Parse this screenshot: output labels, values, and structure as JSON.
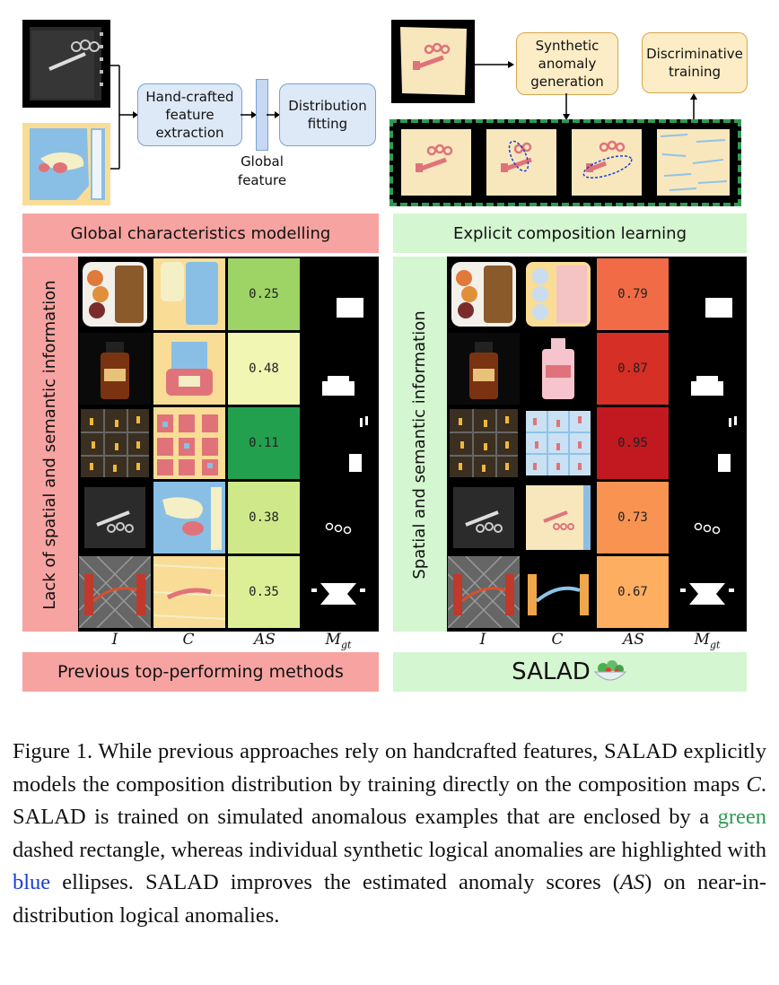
{
  "top_left": {
    "box_feature": [
      "Hand-crafted",
      "feature",
      "extraction"
    ],
    "box_fitting": [
      "Distribution",
      "fitting"
    ],
    "global_feature": [
      "Global",
      "feature"
    ]
  },
  "top_right": {
    "box_synthetic": [
      "Synthetic",
      "anomaly",
      "generation"
    ],
    "box_discriminative": [
      "Discriminative",
      "training"
    ]
  },
  "bands": {
    "left_top": "Global characteristics modelling",
    "right_top": "Explicit composition learning",
    "left_bottom": "Previous top-performing methods",
    "right_bottom": "SALAD"
  },
  "side_labels": {
    "left": "Lack of spatial and semantic information",
    "right": "Spatial and semantic information"
  },
  "columns": {
    "c1": "I",
    "c2": "C",
    "c3": "AS",
    "c4": "M",
    "c4_sub": "gt"
  },
  "left_scores": [
    "0.25",
    "0.48",
    "0.11",
    "0.38",
    "0.35"
  ],
  "right_scores": [
    "0.79",
    "0.87",
    "0.95",
    "0.73",
    "0.67"
  ],
  "colors": {
    "left_score_bg": [
      "#9ed466",
      "#f1f7b3",
      "#22a04e",
      "#cfe98a",
      "#dcef96"
    ],
    "right_score_bg": [
      "#f06b46",
      "#d62f26",
      "#c2181f",
      "#f99352",
      "#fdae61"
    ],
    "band_red": "#f7a3a1",
    "band_green": "#d4f6d0",
    "dash_green": "#2e9b52"
  },
  "caption": {
    "p1": "Figure 1. While previous approaches rely on handcrafted features, SALAD explicitly models the composition distribution by training directly on the composition maps ",
    "p1_var": "C",
    "p2": ". SALAD is trained on simulated anomalous examples that are enclosed by a ",
    "green_word": "green",
    "p3": " dashed rectangle, whereas individual synthetic logical anomalies are highlighted with ",
    "blue_word": "blue",
    "p4": " ellipses. SALAD improves the estimated anomaly scores (",
    "p4_var": "AS",
    "p5": ") on near-in-distribution logical anomalies."
  }
}
